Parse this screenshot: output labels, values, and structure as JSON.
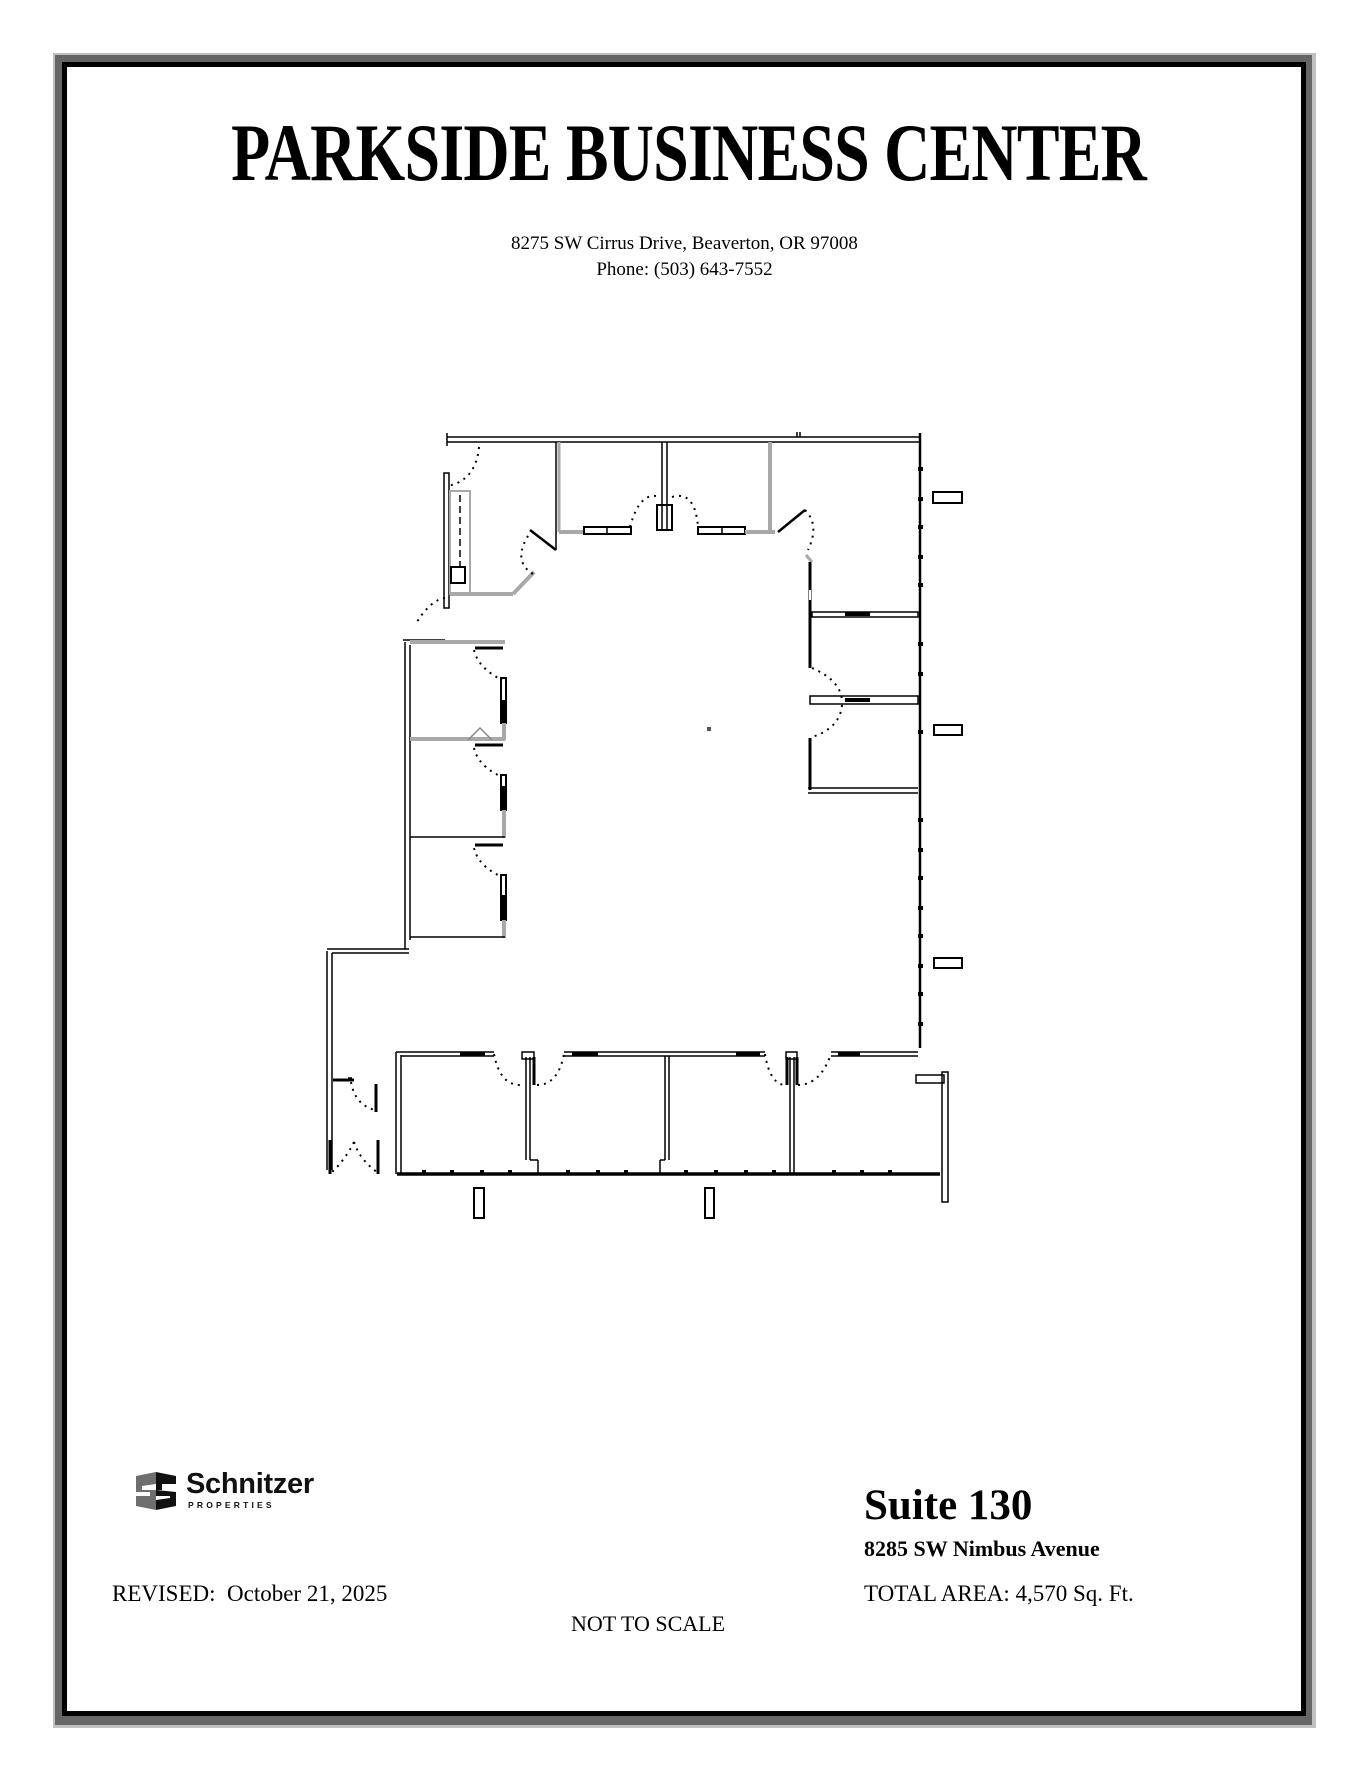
{
  "header": {
    "title": "PARKSIDE BUSINESS CENTER",
    "address": "8275 SW Cirrus Drive, Beaverton, OR 97008",
    "phone": "Phone: (503) 643-7552"
  },
  "floorplan": {
    "label": "Suite 130 floor plan",
    "colors": {
      "wall": "#000000",
      "interior_wall": "#a8a8a8",
      "door_swing": "#000000"
    }
  },
  "logo": {
    "icon": "schnitzer-s-logo-icon",
    "name": "Schnitzer",
    "subtitle": "PROPERTIES",
    "colors": {
      "light": "#6e6e6e",
      "dark": "#111111"
    }
  },
  "suite": {
    "name": "Suite 130",
    "address": "8285 SW Nimbus Avenue",
    "total_area": "TOTAL AREA: 4,570 Sq. Ft."
  },
  "footer": {
    "revised": "REVISED:  October 21, 2025",
    "scale_note": "NOT TO SCALE"
  }
}
